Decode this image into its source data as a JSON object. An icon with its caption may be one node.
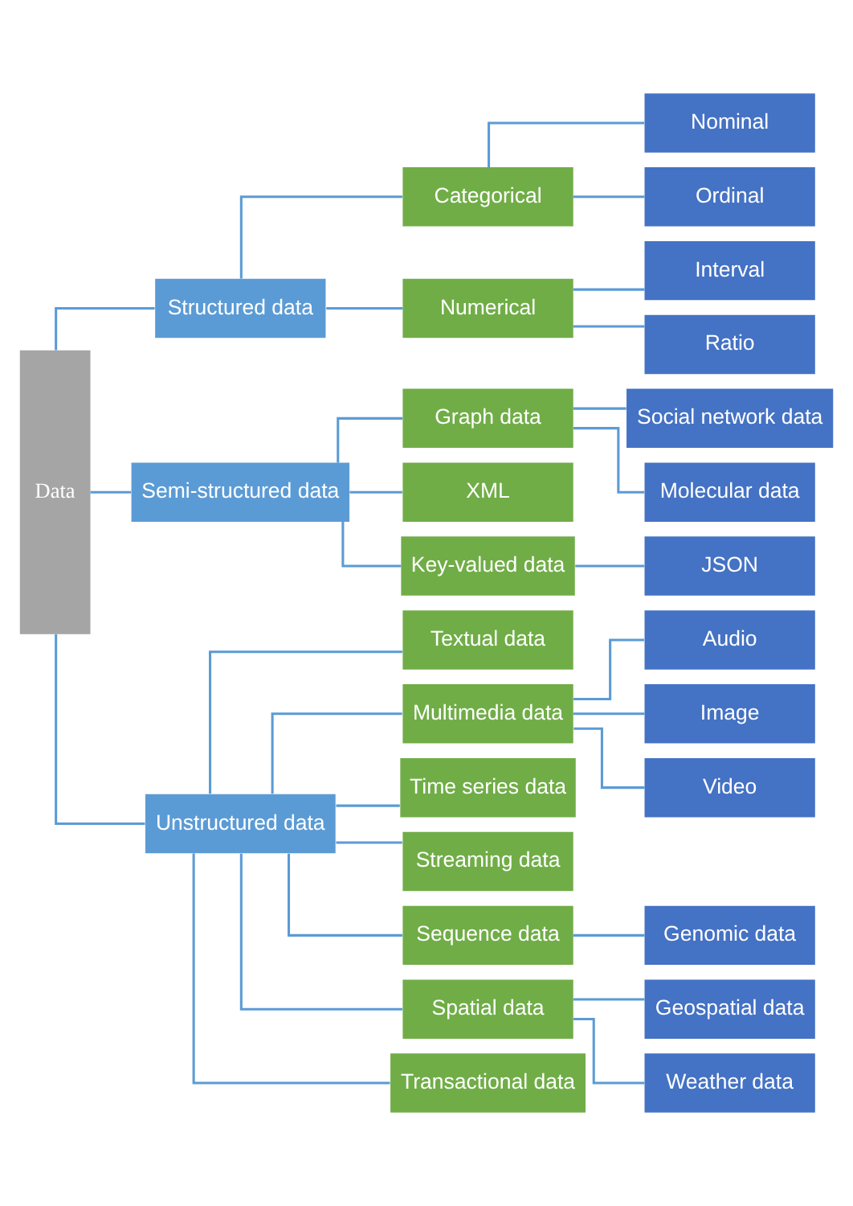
{
  "diagram": {
    "nodes": [
      {
        "text": [
          "Data"
        ]
      },
      {
        "text": [
          "Structured data"
        ]
      },
      {
        "text": [
          "Categorical"
        ]
      },
      {
        "text": [
          "Nominal"
        ]
      },
      {
        "text": [
          "Ordinal"
        ]
      },
      {
        "text": [
          "Numerical"
        ]
      },
      {
        "text": [
          "Interval"
        ]
      },
      {
        "text": [
          "Ratio"
        ]
      },
      {
        "text": [
          "Semi-structured data"
        ]
      },
      {
        "text": [
          "Graph data"
        ]
      },
      {
        "text": [
          "Social network data"
        ]
      },
      {
        "text": [
          "Molecular data"
        ]
      },
      {
        "text": [
          "XML"
        ]
      },
      {
        "text": [
          "Key-valued data"
        ]
      },
      {
        "text": [
          "JSON"
        ]
      },
      {
        "text": [
          "Unstructured data"
        ]
      },
      {
        "text": [
          "Textual data"
        ]
      },
      {
        "text": [
          "Multimedia data"
        ]
      },
      {
        "text": [
          "Audio"
        ]
      },
      {
        "text": [
          "Image"
        ]
      },
      {
        "text": [
          "Video"
        ]
      },
      {
        "text": [
          "Time series data"
        ]
      },
      {
        "text": [
          "Streaming data"
        ]
      },
      {
        "text": [
          "Sequence data"
        ]
      },
      {
        "text": [
          "Genomic data"
        ]
      },
      {
        "text": [
          "Spatial data"
        ]
      },
      {
        "text": [
          "Geospatial data"
        ]
      },
      {
        "text": [
          "Weather data"
        ]
      },
      {
        "text": [
          "Transactional data"
        ]
      }
    ],
    "edges": [
      {
        "from": 0,
        "to": 1,
        "arrow": "none"
      },
      {
        "from": 1,
        "to": 2,
        "arrow": "none"
      },
      {
        "from": 2,
        "to": 3,
        "arrow": "none"
      },
      {
        "from": 2,
        "to": 4,
        "arrow": "none"
      },
      {
        "from": 1,
        "to": 5,
        "arrow": "none"
      },
      {
        "from": 5,
        "to": 6,
        "arrow": "none"
      },
      {
        "from": 5,
        "to": 7,
        "arrow": "none"
      },
      {
        "from": 0,
        "to": 8,
        "arrow": "none"
      },
      {
        "from": 8,
        "to": 9,
        "arrow": "none"
      },
      {
        "from": 9,
        "to": 10,
        "arrow": "none"
      },
      {
        "from": 9,
        "to": 11,
        "arrow": "none"
      },
      {
        "from": 8,
        "to": 12,
        "arrow": "none"
      },
      {
        "from": 8,
        "to": 13,
        "arrow": "none"
      },
      {
        "from": 13,
        "to": 14,
        "arrow": "none"
      },
      {
        "from": 0,
        "to": 15,
        "arrow": "none"
      },
      {
        "from": 15,
        "to": 16,
        "arrow": "none"
      },
      {
        "from": 15,
        "to": 17,
        "arrow": "none"
      },
      {
        "from": 17,
        "to": 18,
        "arrow": "none"
      },
      {
        "from": 17,
        "to": 19,
        "arrow": "none"
      },
      {
        "from": 17,
        "to": 20,
        "arrow": "none"
      },
      {
        "from": 15,
        "to": 21,
        "arrow": "none"
      },
      {
        "from": 15,
        "to": 22,
        "arrow": "none"
      },
      {
        "from": 15,
        "to": 23,
        "arrow": "none"
      },
      {
        "from": 23,
        "to": 24,
        "arrow": "none"
      },
      {
        "from": 15,
        "to": 25,
        "arrow": "none"
      },
      {
        "from": 25,
        "to": 26,
        "arrow": "none"
      },
      {
        "from": 25,
        "to": 27,
        "arrow": "none"
      },
      {
        "from": 15,
        "to": 28,
        "arrow": "none"
      }
    ]
  }
}
